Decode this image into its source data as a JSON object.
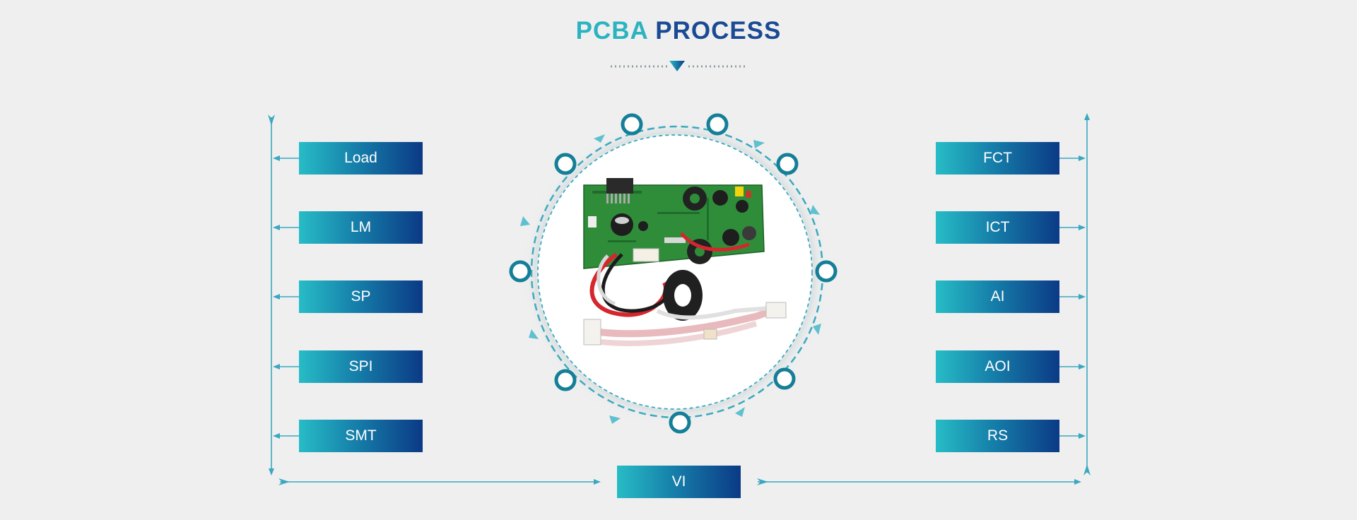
{
  "title": {
    "part1": "PCBA",
    "part2": "PROCESS"
  },
  "colors": {
    "teal": "#2bb3c0",
    "navy": "#1a4a93",
    "line": "#3aa8bf",
    "ring": "#159bb4",
    "background": "#efefef"
  },
  "left_steps": [
    "Load",
    "LM",
    "SP",
    "SPI",
    "SMT"
  ],
  "right_steps": [
    "FCT",
    "ICT",
    "AI",
    "AOI",
    "RS"
  ],
  "bottom_step": "VI",
  "center_image": {
    "icon": "pcb-assembly-icon"
  }
}
